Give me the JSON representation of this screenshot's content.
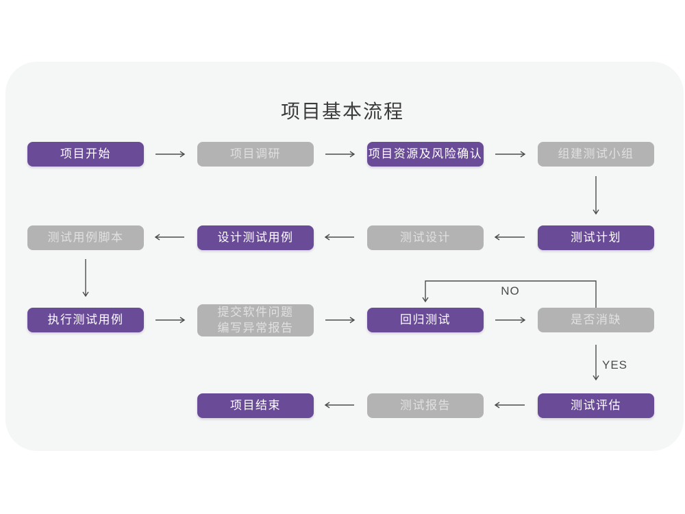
{
  "title": "项目基本流程",
  "colors": {
    "node_purple": "#6a4b98",
    "node_gray": "#b3b3b3",
    "text_on_purple": "#ffffff",
    "text_on_gray": "#e0e0e0",
    "arrow": "#4a4a4a",
    "canvas_background": "#f5f6f6",
    "page_background": "#ffffff",
    "title_text": "#3b3b3b"
  },
  "nodes": [
    {
      "id": "project-start",
      "label": "项目开始",
      "variant": "purple"
    },
    {
      "id": "project-research",
      "label": "项目调研",
      "variant": "gray"
    },
    {
      "id": "resources-risk-confirm",
      "label": "项目资源及风险确认",
      "variant": "purple"
    },
    {
      "id": "build-test-team",
      "label": "组建测试小组",
      "variant": "gray"
    },
    {
      "id": "test-plan",
      "label": "测试计划",
      "variant": "purple"
    },
    {
      "id": "test-design",
      "label": "测试设计",
      "variant": "gray"
    },
    {
      "id": "design-test-cases",
      "label": "设计测试用例",
      "variant": "purple"
    },
    {
      "id": "test-case-scripts",
      "label": "测试用例脚本",
      "variant": "gray"
    },
    {
      "id": "execute-test-cases",
      "label": "执行测试用例",
      "variant": "purple"
    },
    {
      "id": "submit-issues-report",
      "label": "提交软件问题\n编写异常报告",
      "variant": "gray"
    },
    {
      "id": "regression-test",
      "label": "回归测试",
      "variant": "purple"
    },
    {
      "id": "defect-cleared",
      "label": "是否消缺",
      "variant": "gray"
    },
    {
      "id": "test-evaluation",
      "label": "测试评估",
      "variant": "purple"
    },
    {
      "id": "test-report",
      "label": "测试报告",
      "variant": "gray"
    },
    {
      "id": "project-end",
      "label": "项目结束",
      "variant": "purple"
    }
  ],
  "decision_labels": {
    "no": "NO",
    "yes": "YES"
  },
  "edges": [
    {
      "from": "project-start",
      "to": "project-research",
      "label": ""
    },
    {
      "from": "project-research",
      "to": "resources-risk-confirm",
      "label": ""
    },
    {
      "from": "resources-risk-confirm",
      "to": "build-test-team",
      "label": ""
    },
    {
      "from": "build-test-team",
      "to": "test-plan",
      "label": ""
    },
    {
      "from": "test-plan",
      "to": "test-design",
      "label": ""
    },
    {
      "from": "test-design",
      "to": "design-test-cases",
      "label": ""
    },
    {
      "from": "design-test-cases",
      "to": "test-case-scripts",
      "label": ""
    },
    {
      "from": "test-case-scripts",
      "to": "execute-test-cases",
      "label": ""
    },
    {
      "from": "execute-test-cases",
      "to": "submit-issues-report",
      "label": ""
    },
    {
      "from": "submit-issues-report",
      "to": "regression-test",
      "label": ""
    },
    {
      "from": "regression-test",
      "to": "defect-cleared",
      "label": ""
    },
    {
      "from": "defect-cleared",
      "to": "regression-test",
      "label": "NO"
    },
    {
      "from": "defect-cleared",
      "to": "test-evaluation",
      "label": "YES"
    },
    {
      "from": "test-evaluation",
      "to": "test-report",
      "label": ""
    },
    {
      "from": "test-report",
      "to": "project-end",
      "label": ""
    }
  ]
}
